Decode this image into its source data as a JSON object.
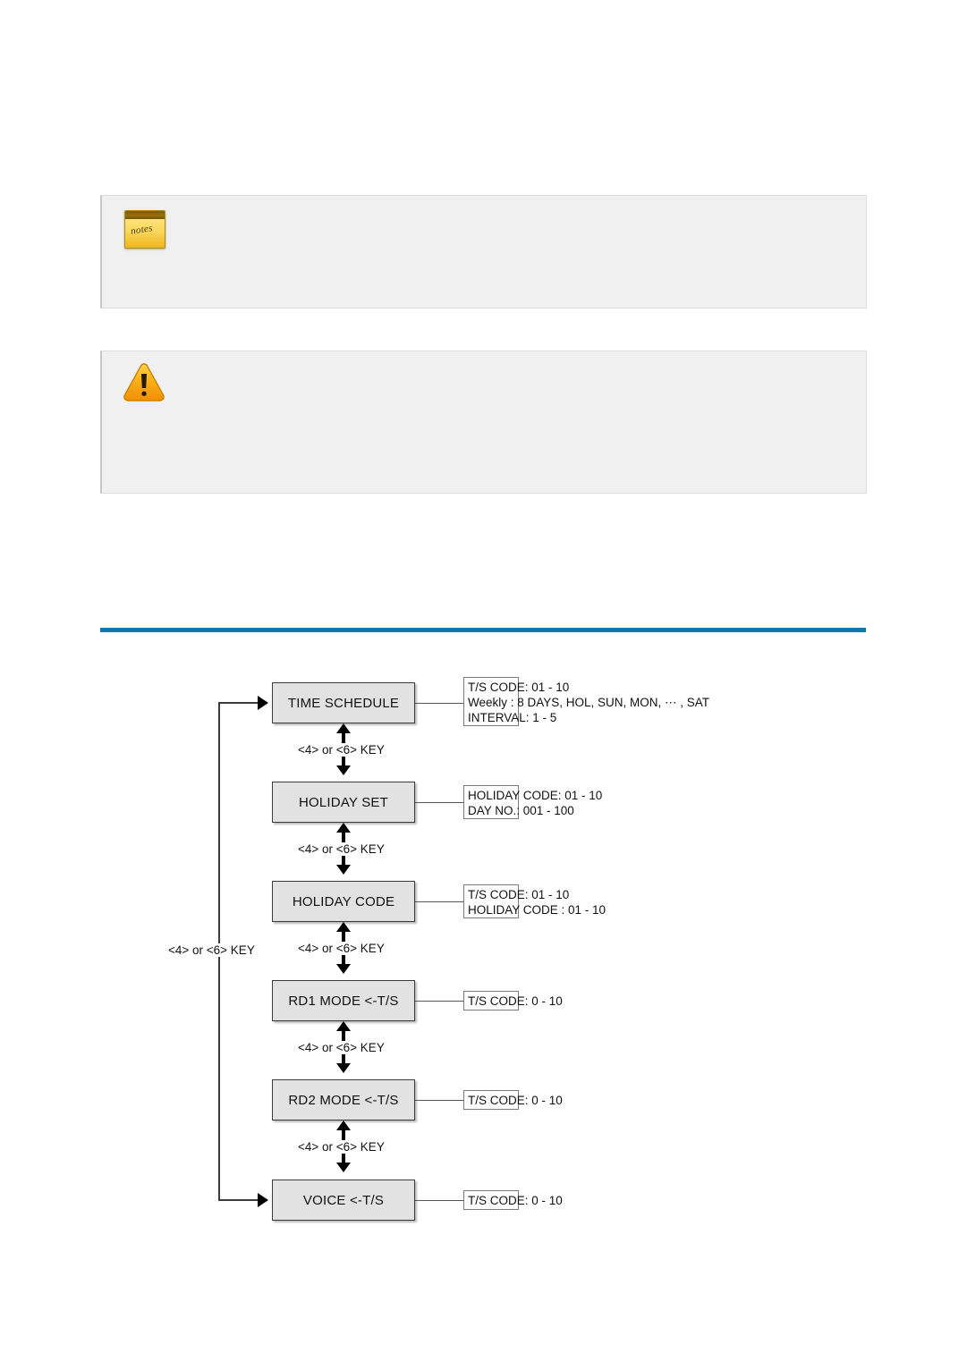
{
  "page": {
    "background": "#ffffff",
    "rule_color": "#0b78ae"
  },
  "callouts": [
    {
      "id": "notes",
      "icon": "notes-icon",
      "icon_word": "notes",
      "body": ""
    },
    {
      "id": "warning",
      "icon": "warning-triangle-icon",
      "body": ""
    }
  ],
  "diagram": {
    "type": "flowchart",
    "title": "",
    "key_label": "<4> or <6> KEY",
    "loop_label": "<4> or <6> KEY",
    "node_fill": "#e2e2e2",
    "node_border": "#3a3a3a",
    "nodes": [
      {
        "id": "time-schedule",
        "label": "TIME SCHEDULE",
        "annotation": [
          "T/S CODE: 01 - 10",
          "Weekly : 8 DAYS, HOL, SUN, MON, ⋯ , SAT",
          "INTERVAL: 1 - 5"
        ],
        "annot_box_width": 62
      },
      {
        "id": "holiday-set",
        "label": "HOLIDAY SET",
        "annotation": [
          "HOLIDAY CODE: 01 - 10",
          "DAY NO.: 001 - 100"
        ],
        "annot_box_width": 62
      },
      {
        "id": "holiday-code",
        "label": "HOLIDAY CODE",
        "annotation": [
          "T/S CODE: 01 - 10",
          "HOLIDAY CODE : 01 - 10"
        ],
        "annot_box_width": 62
      },
      {
        "id": "rd1-mode",
        "label": "RD1 MODE <-T/S",
        "annotation": [
          "T/S CODE: 0 - 10"
        ],
        "annot_box_width": 62
      },
      {
        "id": "rd2-mode",
        "label": "RD2 MODE <-T/S",
        "annotation": [
          "T/S CODE: 0 - 10"
        ],
        "annot_box_width": 62
      },
      {
        "id": "voice",
        "label": "VOICE <-T/S",
        "annotation": [
          "T/S CODE: 0 - 10"
        ],
        "annot_box_width": 62
      }
    ],
    "edges": [
      {
        "from": "time-schedule",
        "to": "holiday-set",
        "label": "<4> or <6> KEY",
        "bidirectional": true
      },
      {
        "from": "holiday-set",
        "to": "holiday-code",
        "label": "<4> or <6> KEY",
        "bidirectional": true
      },
      {
        "from": "holiday-code",
        "to": "rd1-mode",
        "label": "<4> or <6> KEY",
        "bidirectional": true
      },
      {
        "from": "rd1-mode",
        "to": "rd2-mode",
        "label": "<4> or <6> KEY",
        "bidirectional": true
      },
      {
        "from": "rd2-mode",
        "to": "voice",
        "label": "<4> or <6> KEY",
        "bidirectional": true
      },
      {
        "from": "voice",
        "to": "time-schedule",
        "label": "<4> or <6> KEY",
        "bidirectional": true,
        "routing": "left-loop"
      }
    ]
  }
}
